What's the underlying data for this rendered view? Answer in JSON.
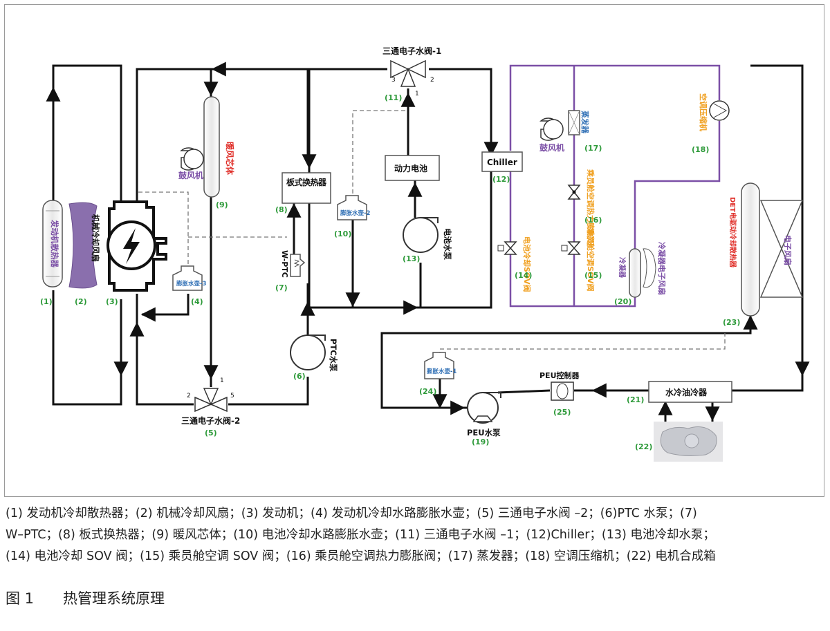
{
  "diagram": {
    "valve_1_title": "三通电子水阀-1",
    "valve_2_title": "三通电子水阀-2",
    "port_1": "1",
    "port_2": "2",
    "port_3": "3",
    "port_5": "5",
    "plate_hx": "板式换热器",
    "power_battery": "动力电池",
    "chiller": "Chiller",
    "blower_a": "鼓风机",
    "blower_b": "鼓风机",
    "heater_core": "暖风芯体",
    "engine_radiator": "发动机散热器",
    "mech_fan": "机械冷却风扇",
    "exp_tank_3": "膨胀水壶-3",
    "exp_tank_2": "膨胀水壶-2",
    "exp_tank_1": "膨胀水壶-1",
    "wptc": "W-PTC",
    "ptc_pump": "PTC水泵",
    "battery_pump": "电池水泵",
    "battery_sov": "电池冷却SOV阀",
    "cabin_sov": "乘员舱空调SOV阀",
    "cabin_txv": "乘员舱空调热力膨胀阀",
    "evaporator": "蒸发器",
    "compressor": "空调压缩机",
    "condenser": "冷凝器",
    "condenser_fan": "冷凝器电子风扇",
    "dt_radiator": "DET电驱动冷却散热器",
    "e_fan": "电子风扇",
    "peu_controller": "PEU控制器",
    "oil_cooler": "水冷油冷器",
    "peu_pump": "PEU水泵",
    "n1": "(1)",
    "n2": "(2)",
    "n3": "(3)",
    "n4": "(4)",
    "n5": "(5)",
    "n6": "(6)",
    "n7": "(7)",
    "n8": "(8)",
    "n9": "(9)",
    "n10": "(10)",
    "n11": "(11)",
    "n12": "(12)",
    "n13": "(13)",
    "n14": "(14)",
    "n15": "(15)",
    "n16": "(16)",
    "n17": "(17)",
    "n18": "(18)",
    "n19": "(19)",
    "n20": "(20)",
    "n21": "(21)",
    "n22": "(22)",
    "n23": "(23)",
    "n24": "(24)",
    "n25": "(25)"
  },
  "caption": {
    "line1": "(1) 发动机冷却散热器；(2) 机械冷却风扇；(3) 发动机；(4) 发动机冷却水路膨胀水壶；(5) 三通电子水阀 –2；(6)PTC 水泵；(7)",
    "line2": "W–PTC；(8) 板式换热器；(9) 暖风芯体；(10) 电池冷却水路膨胀水壶；(11) 三通电子水阀 –1；(12)Chiller；(13) 电池冷却水泵；",
    "line3": "(14) 电池冷却 SOV 阀；(15) 乘员舱空调 SOV 阀；(16) 乘员舱空调热力膨胀阀；(17) 蒸发器；(18) 空调压缩机；(22) 电机合成箱"
  },
  "figure": {
    "title": "图 1　　热管理系统原理"
  },
  "colors": {
    "line": "#111111",
    "refrigerant": "#7b4fa6",
    "number": "#2e9a3a",
    "label_purple": "#7b4fa6",
    "label_red": "#e0302a",
    "label_orange": "#f0a020",
    "label_blue": "#2f6fb5"
  }
}
